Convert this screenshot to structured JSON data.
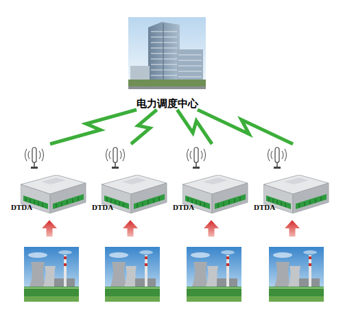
{
  "diagram": {
    "nodes": [
      {
        "text": [
          "电力调度中心"
        ]
      },
      {
        "text": [
          "DTDA"
        ]
      },
      {
        "text": [
          "DTDA"
        ]
      },
      {
        "text": [
          "DTDA"
        ]
      },
      {
        "text": [
          "DTDA"
        ]
      }
    ],
    "edges": [
      {
        "from": 1,
        "to": 0,
        "arrow": "none"
      },
      {
        "from": 2,
        "to": 0,
        "arrow": "none"
      },
      {
        "from": 3,
        "to": 0,
        "arrow": "none"
      },
      {
        "from": 4,
        "to": 0,
        "arrow": "none"
      }
    ]
  }
}
